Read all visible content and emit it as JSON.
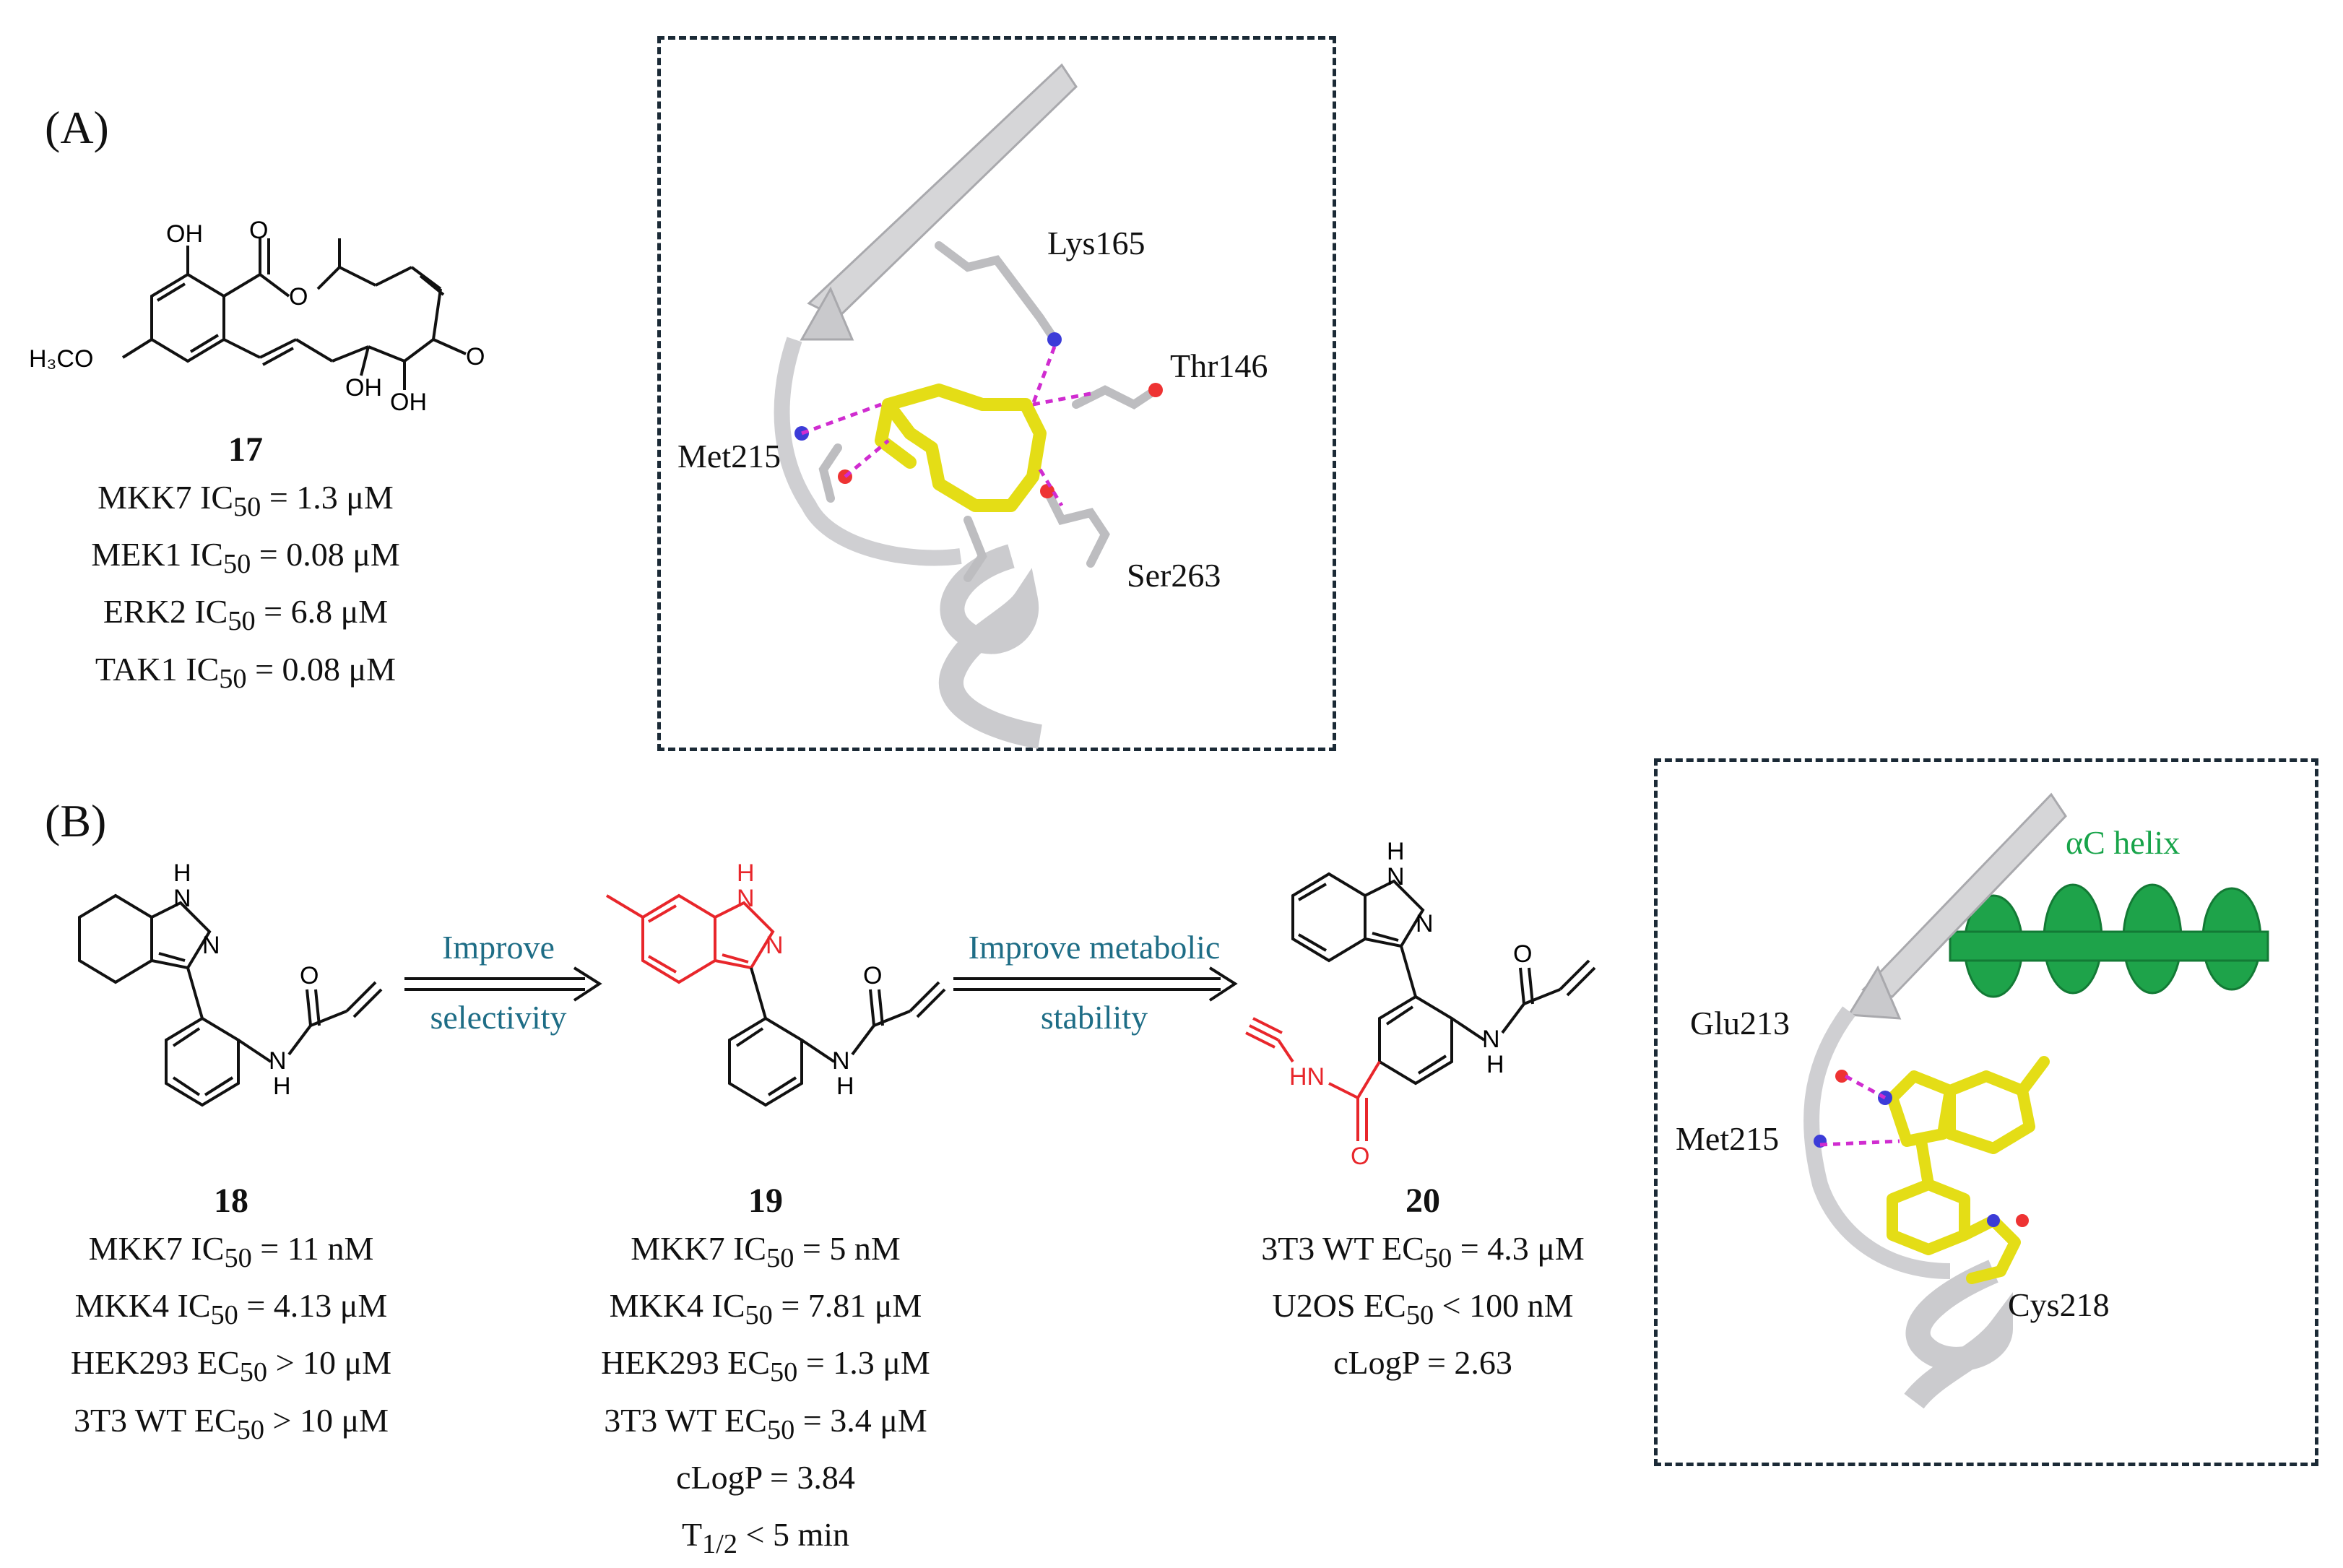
{
  "panels": {
    "a": "(A)",
    "b": "(B)"
  },
  "compounds": {
    "c17": {
      "number": "17",
      "lines": [
        {
          "pre": "MKK7 IC",
          "sub": "50",
          "post": " = 1.3 μM"
        },
        {
          "pre": "MEK1 IC",
          "sub": "50",
          "post": " = 0.08 μM"
        },
        {
          "pre": "ERK2 IC",
          "sub": "50",
          "post": " = 6.8 μM"
        },
        {
          "pre": "TAK1 IC",
          "sub": "50",
          "post": " = 0.08 μM"
        }
      ]
    },
    "c18": {
      "number": "18",
      "lines": [
        {
          "pre": "MKK7 IC",
          "sub": "50",
          "post": " = 11 nM"
        },
        {
          "pre": "MKK4 IC",
          "sub": "50",
          "post": " = 4.13 μM"
        },
        {
          "pre": "HEK293 EC",
          "sub": "50",
          "post": " > 10 μM"
        },
        {
          "pre": "3T3 WT EC",
          "sub": "50",
          "post": " > 10 μM"
        }
      ]
    },
    "c19": {
      "number": "19",
      "lines": [
        {
          "pre": "MKK7 IC",
          "sub": "50",
          "post": " = 5 nM"
        },
        {
          "pre": "MKK4 IC",
          "sub": "50",
          "post": " = 7.81 μM"
        },
        {
          "pre": "HEK293 EC",
          "sub": "50",
          "post": " = 1.3 μM"
        },
        {
          "pre": "3T3 WT EC",
          "sub": "50",
          "post": " = 3.4 μM"
        },
        {
          "pre": "cLogP = 3.84",
          "sub": "",
          "post": ""
        },
        {
          "pre": "T",
          "sub": "1/2",
          "post": " < 5 min"
        }
      ]
    },
    "c20": {
      "number": "20",
      "lines": [
        {
          "pre": "3T3 WT EC",
          "sub": "50",
          "post": " = 4.3 μM"
        },
        {
          "pre": "U2OS EC",
          "sub": "50",
          "post": " < 100 nM"
        },
        {
          "pre": "cLogP = 2.63",
          "sub": "",
          "post": ""
        }
      ]
    }
  },
  "arrows": {
    "first": {
      "top": "Improve",
      "bottom": "selectivity"
    },
    "second": {
      "top": "Improve metabolic",
      "bottom": "stability"
    }
  },
  "dock_a": {
    "residues": [
      "Lys165",
      "Thr146",
      "Met215",
      "Ser263"
    ]
  },
  "dock_b": {
    "helix": "αC helix",
    "residues": [
      "Glu213",
      "Met215",
      "Cys218"
    ]
  },
  "atoms": {
    "oh": "OH",
    "o": "O",
    "h3co": "H₃CO",
    "h": "H",
    "n": "N",
    "hn": "HN",
    "nh_top": "H",
    "nh_n": "N"
  },
  "colors": {
    "ligand": "#e4dd16",
    "hbond": "#d02cd0",
    "helix": "#18a44a",
    "modification": "#e8262b",
    "arrow_text": "#1e6d86",
    "protein": "#d2d2d4"
  }
}
